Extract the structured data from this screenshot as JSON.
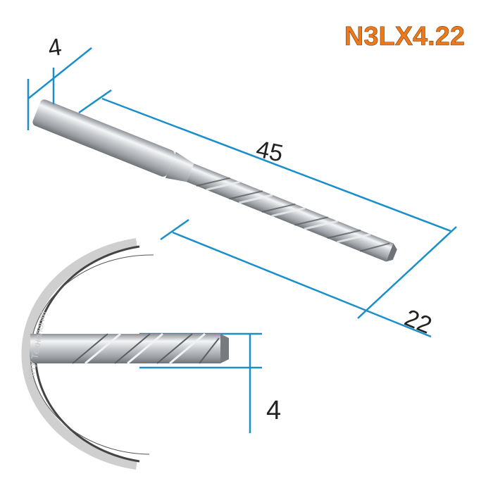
{
  "title": "N3LX4.22",
  "watermark": "ЧПУ Технологии",
  "dimensions": {
    "shank_diameter": "4",
    "overall_length": "45",
    "cutting_length": "22",
    "cutting_diameter": "4"
  },
  "colors": {
    "title": "#ec7a1c",
    "dimension_lines": "#1a8fc9",
    "tool": "#b8bcc2"
  }
}
